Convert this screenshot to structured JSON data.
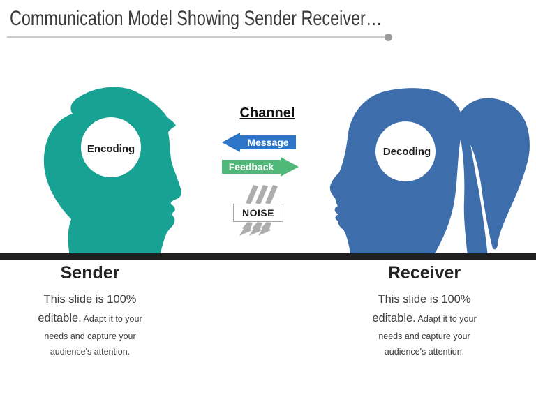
{
  "title": "Communication Model Showing Sender Receiver…",
  "channel": {
    "heading": "Channel",
    "message_label": "Message",
    "feedback_label": "Feedback",
    "noise_label": "NOISE"
  },
  "heads": [
    {
      "role": "sender",
      "label": "Encoding"
    },
    {
      "role": "receiver",
      "label": "Decoding"
    }
  ],
  "panels": [
    {
      "heading": "Sender",
      "line1_big": "This slide is 100%",
      "line2_big": "editable.",
      "line2_small": " Adapt it to your",
      "line3_small": "needs and capture your",
      "line4_small": "audience's attention."
    },
    {
      "heading": "Receiver",
      "line1_big": "This slide is 100%",
      "line2_big": "editable.",
      "line2_small": " Adapt it to your",
      "line3_small": "needs and capture your",
      "line4_small": "audience's attention."
    }
  ],
  "colors": {
    "sender_head": "#17A294",
    "receiver_head": "#3D6EAB",
    "message_arrow": "#2E74C7",
    "feedback_arrow": "#50B878",
    "noise_marks": "#ADADAD",
    "divider": "#1F1F1F",
    "title_rule": "#CBCBCB",
    "title_dot": "#9B9B9B"
  }
}
